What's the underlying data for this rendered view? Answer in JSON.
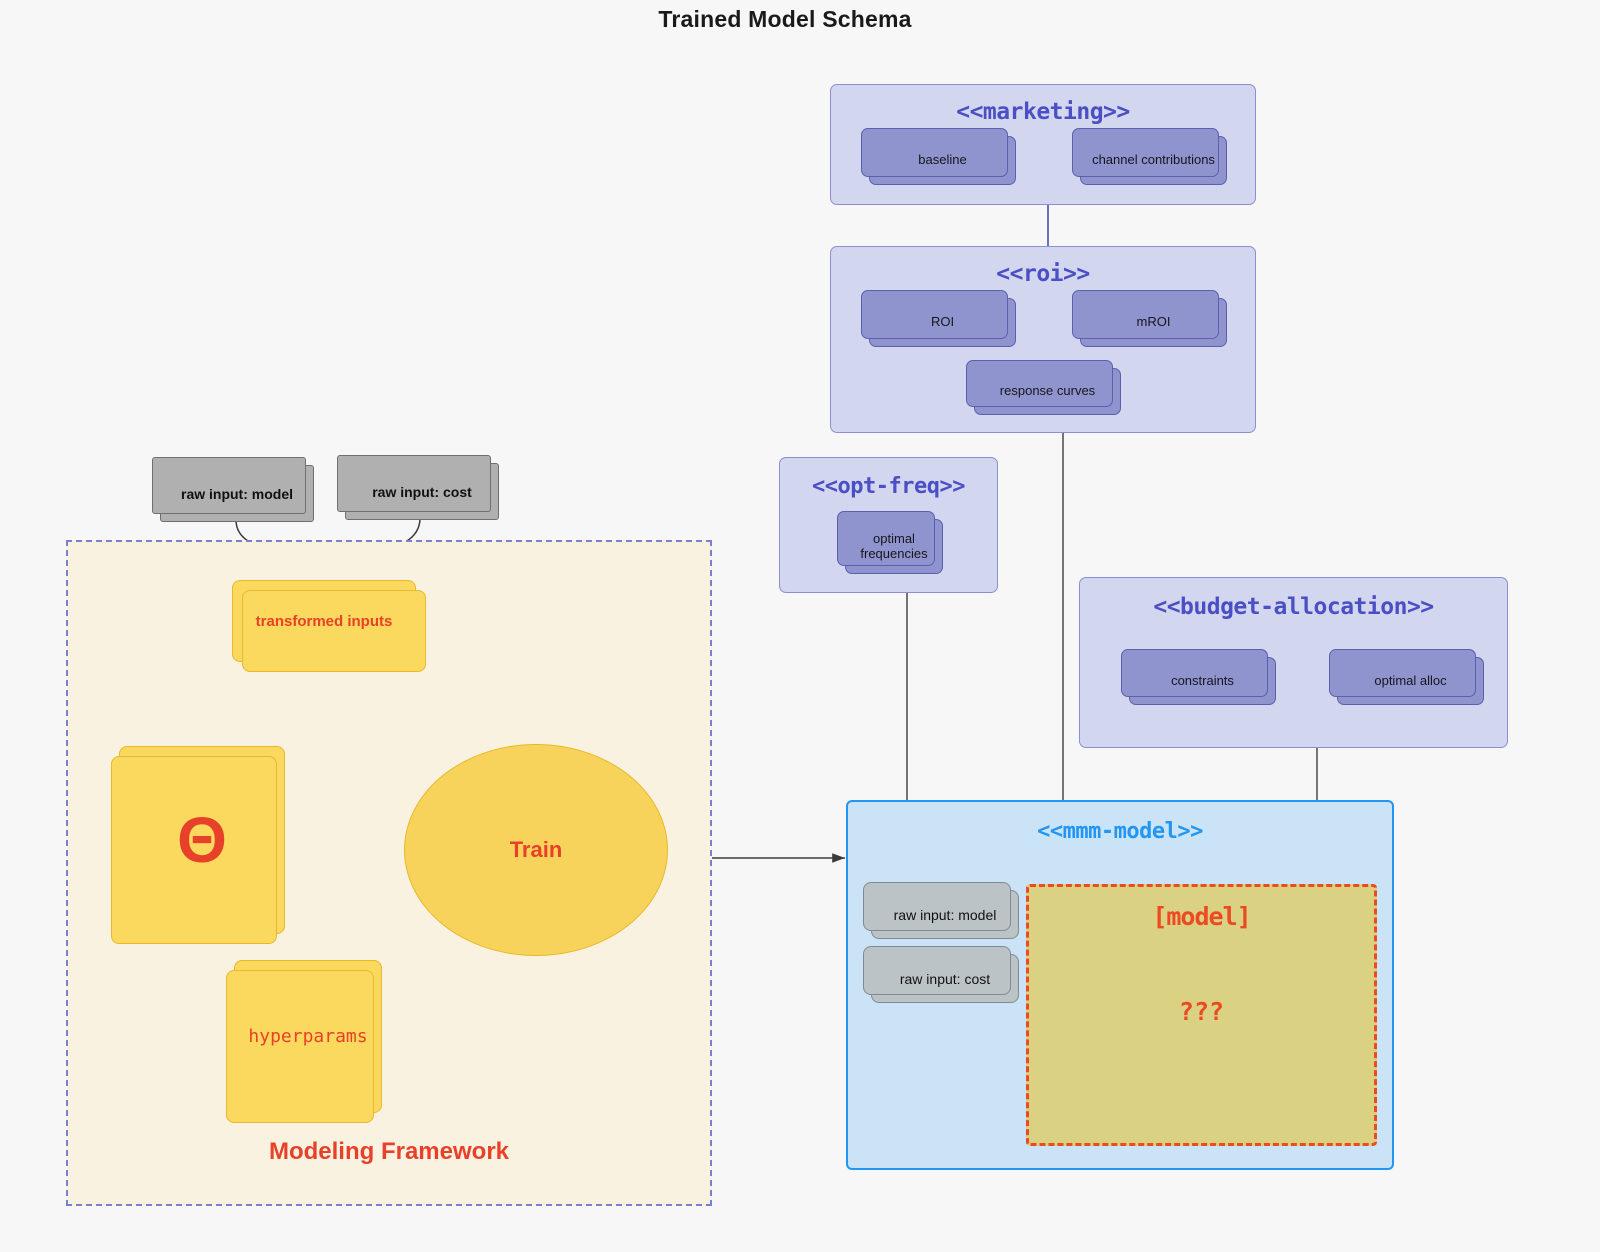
{
  "page": {
    "title": "Trained Model Schema",
    "background": "#f7f7f7"
  },
  "colors": {
    "package_fill": "#d3d6ef",
    "package_stroke": "#8b8fd0",
    "package_title": "#4b4fc4",
    "card_fill": "#9094ce",
    "card_stroke": "#5b5fae",
    "grey_fill": "#b0b0b0",
    "yellow_fill": "#fbd85e",
    "yellow_stroke": "#e8b92a",
    "accent_red": "#e8412a",
    "mmm_fill": "#cae3f7",
    "mmm_stroke": "#2196f3",
    "model_slot_fill": "#dbd183",
    "model_slot_stroke": "#ec4a23",
    "framework_fill": "#faf2e0",
    "framework_stroke": "#7b7fd0",
    "edge_grey": "#4a4a4a",
    "edge_purple": "#6b6fc0"
  },
  "framework": {
    "label": "Modeling Framework",
    "raw_inputs": [
      {
        "label": "raw input: model"
      },
      {
        "label": "raw input: cost"
      }
    ],
    "transformed_inputs_label": "transformed inputs",
    "theta_label": "Θ",
    "hyperparams_label": "hyperparams",
    "train_label": "Train"
  },
  "packages": {
    "marketing": {
      "title": "<<marketing>>",
      "nodes": [
        {
          "label": "baseline"
        },
        {
          "label": "channel contributions"
        }
      ]
    },
    "roi": {
      "title": "<<roi>>",
      "nodes": [
        {
          "label": "ROI"
        },
        {
          "label": "mROI"
        },
        {
          "label": "response curves"
        }
      ]
    },
    "opt_freq": {
      "title": "<<opt-freq>>",
      "nodes": [
        {
          "label": "optimal\nfrequencies",
          "line1": "optimal",
          "line2": "frequencies"
        }
      ]
    },
    "budget_allocation": {
      "title": "<<budget-allocation>>",
      "nodes": [
        {
          "label": "constraints"
        },
        {
          "label": "optimal alloc"
        }
      ]
    }
  },
  "mmm_model": {
    "title": "<<mmm-model>>",
    "raw_inputs": [
      {
        "label": "raw input: model"
      },
      {
        "label": "raw input: cost"
      }
    ],
    "model_slot": {
      "title": "[model]",
      "body": "???"
    }
  }
}
